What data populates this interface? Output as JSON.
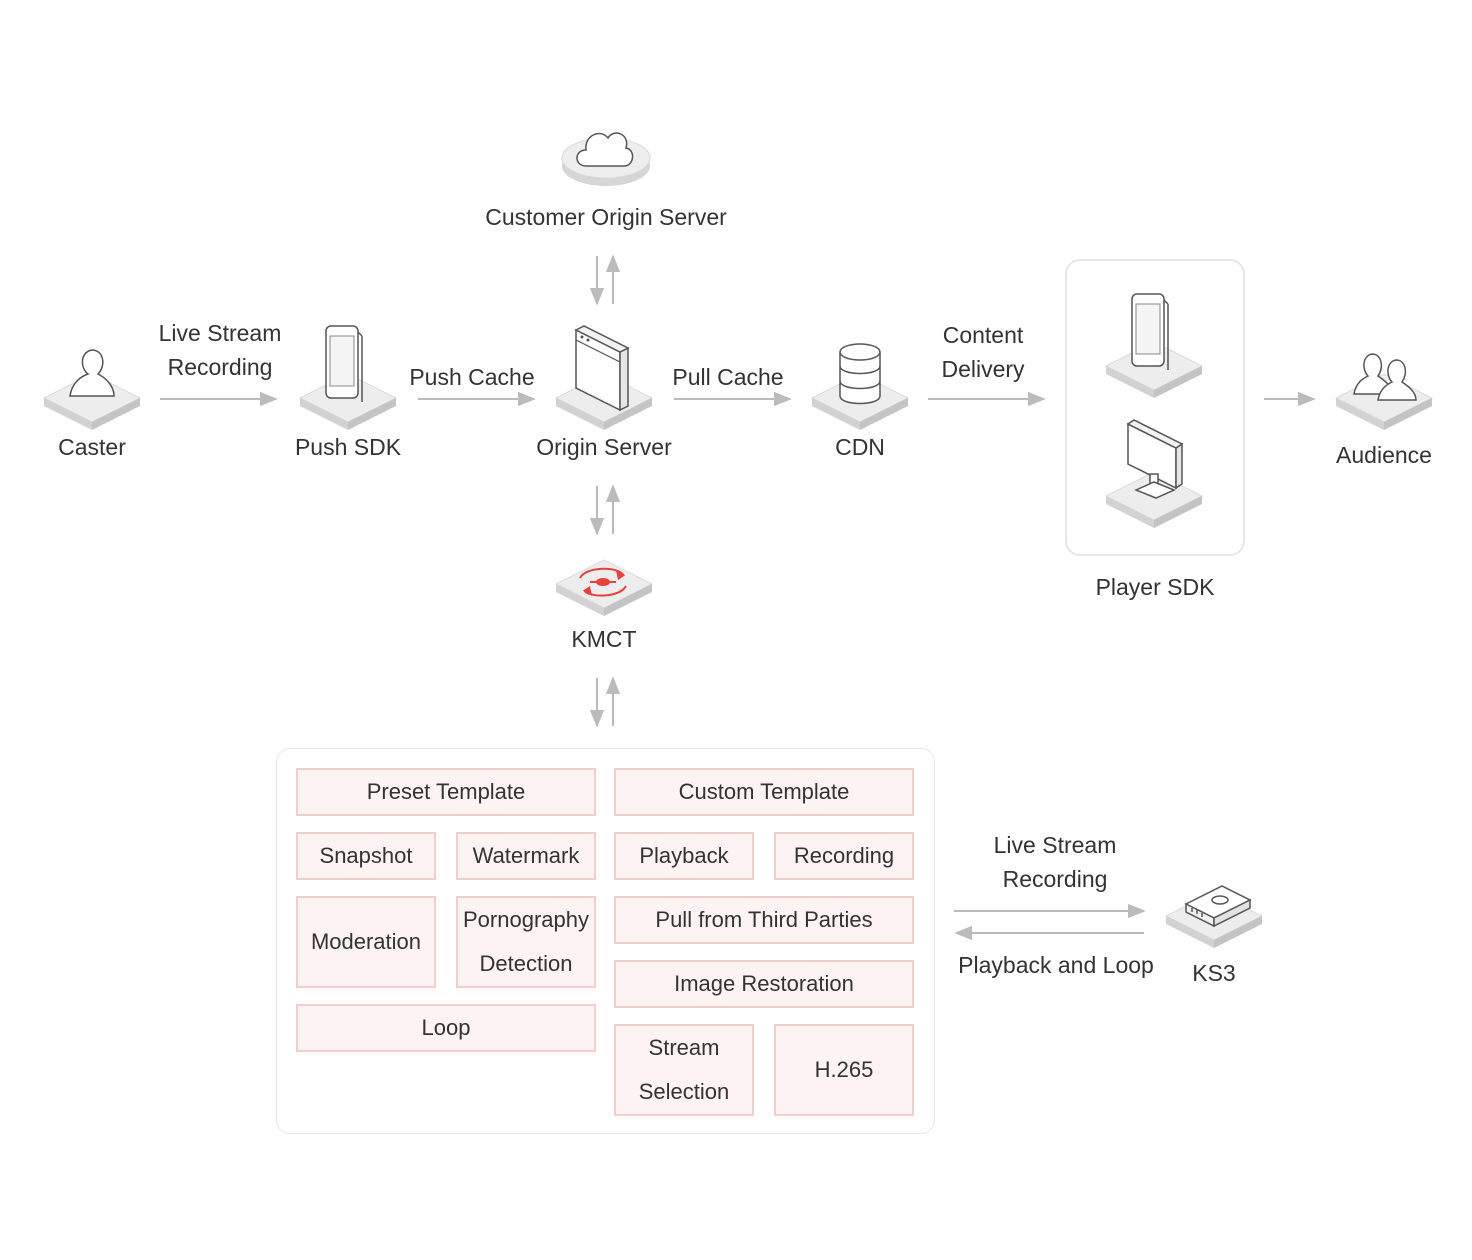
{
  "nodes": {
    "customer_origin": "Customer Origin Server",
    "caster": "Caster",
    "push_sdk": "Push SDK",
    "origin": "Origin Server",
    "cdn": "CDN",
    "player_sdk": "Player SDK",
    "audience": "Audience",
    "kmct": "KMCT",
    "ks3": "KS3"
  },
  "edges": {
    "live_stream_recording": "Live Stream Recording",
    "push_cache": "Push Cache",
    "pull_cache": "Pull Cache",
    "content_delivery": "Content Delivery",
    "ks3_recording": "Live Stream Recording",
    "playback_loop": "Playback and Loop"
  },
  "features": {
    "preset_template": "Preset Template",
    "custom_template": "Custom Template",
    "snapshot": "Snapshot",
    "watermark": "Watermark",
    "playback": "Playback",
    "recording": "Recording",
    "moderation": "Moderation",
    "porn_detection": "Pornography Detection",
    "pull_third": "Pull from Third Parties",
    "image_restoration": "Image Restoration",
    "loop": "Loop",
    "stream_selection": "Stream Selection",
    "h265": "H.265"
  },
  "colors": {
    "arrow": "#bbbbbb",
    "feature_fill": "#fdf3f2",
    "feature_border": "#f0cfcc",
    "accent": "#e8413c",
    "platform": "#e4e4e4"
  }
}
